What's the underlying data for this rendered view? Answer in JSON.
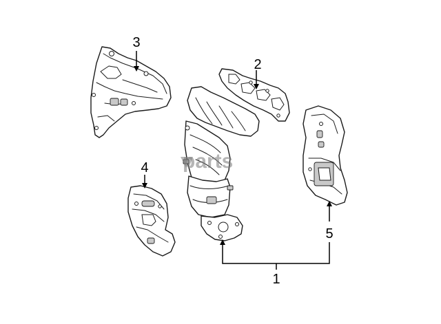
{
  "callouts": {
    "part_1": "1",
    "part_2": "2",
    "part_3": "3",
    "part_4": "4",
    "part_5": "5"
  },
  "watermark": {
    "text": "parts"
  },
  "colors": {
    "line": "#1a1a1a",
    "shade": "#c9c9c9",
    "watermark": "#7a7a7a",
    "background": "#ffffff"
  }
}
